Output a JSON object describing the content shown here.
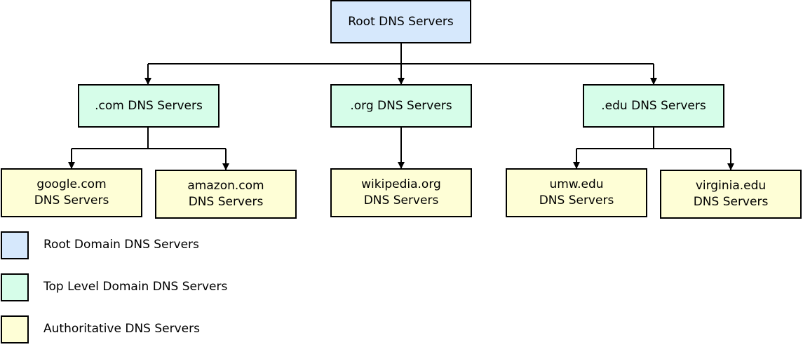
{
  "colors": {
    "root": "#d6e8fc",
    "tld": "#d6fde9",
    "authoritative": "#fefed6"
  },
  "nodes": {
    "root": "Root DNS Servers",
    "com": ".com DNS Servers",
    "org": ".org DNS Servers",
    "edu": ".edu DNS Servers",
    "google": {
      "line1": "google.com",
      "line2": "DNS Servers"
    },
    "amazon": {
      "line1": "amazon.com",
      "line2": "DNS Servers"
    },
    "wikipedia": {
      "line1": "wikipedia.org",
      "line2": "DNS Servers"
    },
    "umw": {
      "line1": "umw.edu",
      "line2": "DNS Servers"
    },
    "virginia": {
      "line1": "virginia.edu",
      "line2": "DNS Servers"
    }
  },
  "legend": {
    "root": "Root Domain DNS Servers",
    "tld": "Top Level Domain DNS Servers",
    "authoritative": "Authoritative DNS Servers"
  }
}
